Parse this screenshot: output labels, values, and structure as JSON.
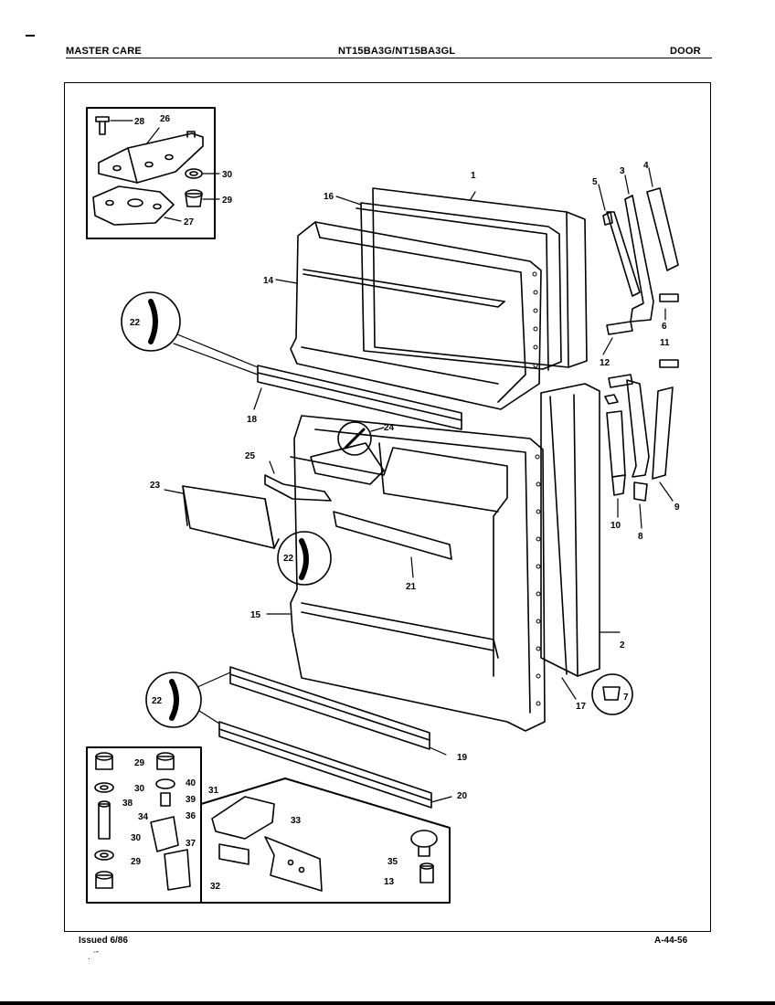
{
  "header": {
    "brand": "MASTER CARE",
    "model": "NT15BA3G/NT15BA3GL",
    "section": "DOOR"
  },
  "footer": {
    "issued": "Issued 6/86",
    "doc_number": "A-44-56",
    "marks": "ˎ ʿ˝"
  },
  "parts": {
    "p1": "1",
    "p2": "2",
    "p3": "3",
    "p4": "4",
    "p5": "5",
    "p6": "6",
    "p7": "7",
    "p8": "8",
    "p9": "9",
    "p10": "10",
    "p11": "11",
    "p12": "12",
    "p13": "13",
    "p14": "14",
    "p15": "15",
    "p16": "16",
    "p17": "17",
    "p18": "18",
    "p19": "19",
    "p20": "20",
    "p21": "21",
    "p22a": "22",
    "p22b": "22",
    "p22c": "22",
    "p23": "23",
    "p24": "24",
    "p25": "25",
    "p26": "26",
    "p27": "27",
    "p28": "28",
    "p29a": "29",
    "p29b": "29",
    "p29c": "29",
    "p30a": "30",
    "p30b": "30",
    "p30c": "30",
    "p31": "31",
    "p32": "32",
    "p33": "33",
    "p34": "34",
    "p35": "35",
    "p36": "36",
    "p37": "37",
    "p38": "38",
    "p39": "39",
    "p40": "40"
  }
}
